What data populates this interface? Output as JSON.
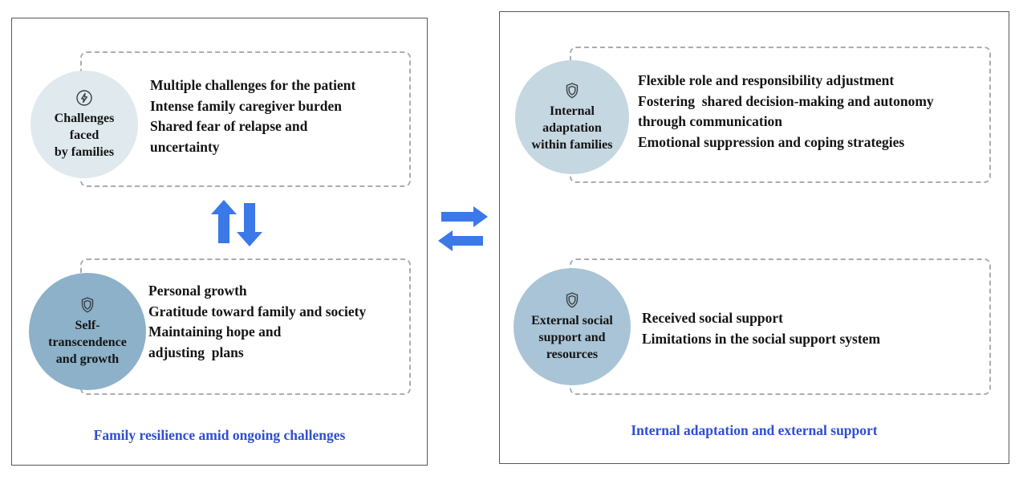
{
  "colors": {
    "arrow-blue": "#3b78e8",
    "caption-blue": "#2f4ed2",
    "circle-challenges": "#dfe9ee",
    "circle-growth": "#8cb1c9",
    "circle-internal": "#c5d7e1",
    "circle-external": "#a9c4d6",
    "panel-border": "#55585c",
    "dashed-border": "#a9aeb4",
    "text-dark": "#141414"
  },
  "left_panel": {
    "caption": "Family resilience amid ongoing challenges",
    "challenges": {
      "icon": "lightning-icon",
      "label_lines": [
        "Challenges",
        "faced",
        "by families"
      ],
      "items": [
        "Multiple challenges for the patient",
        "Intense family caregiver burden",
        "Shared fear of relapse and",
        "uncertainty"
      ]
    },
    "growth": {
      "icon": "shield-icon",
      "label_lines": [
        "Self-",
        "transcendence",
        "and growth"
      ],
      "items": [
        "Personal growth",
        "Gratitude toward family and society",
        "Maintaining hope and",
        "adjusting  plans"
      ]
    }
  },
  "right_panel": {
    "caption": "Internal adaptation and external support",
    "internal": {
      "icon": "shield-icon",
      "label_lines": [
        "Internal",
        "adaptation",
        "within families"
      ],
      "items": [
        "Flexible role and responsibility adjustment",
        "Fostering  shared decision-making and autonomy",
        "through communication",
        "Emotional suppression and coping strategies"
      ]
    },
    "external": {
      "icon": "shield-icon",
      "label_lines": [
        "External social",
        "support and",
        "resources"
      ],
      "items": [
        "Received social support",
        "Limitations in the social support system"
      ]
    }
  }
}
